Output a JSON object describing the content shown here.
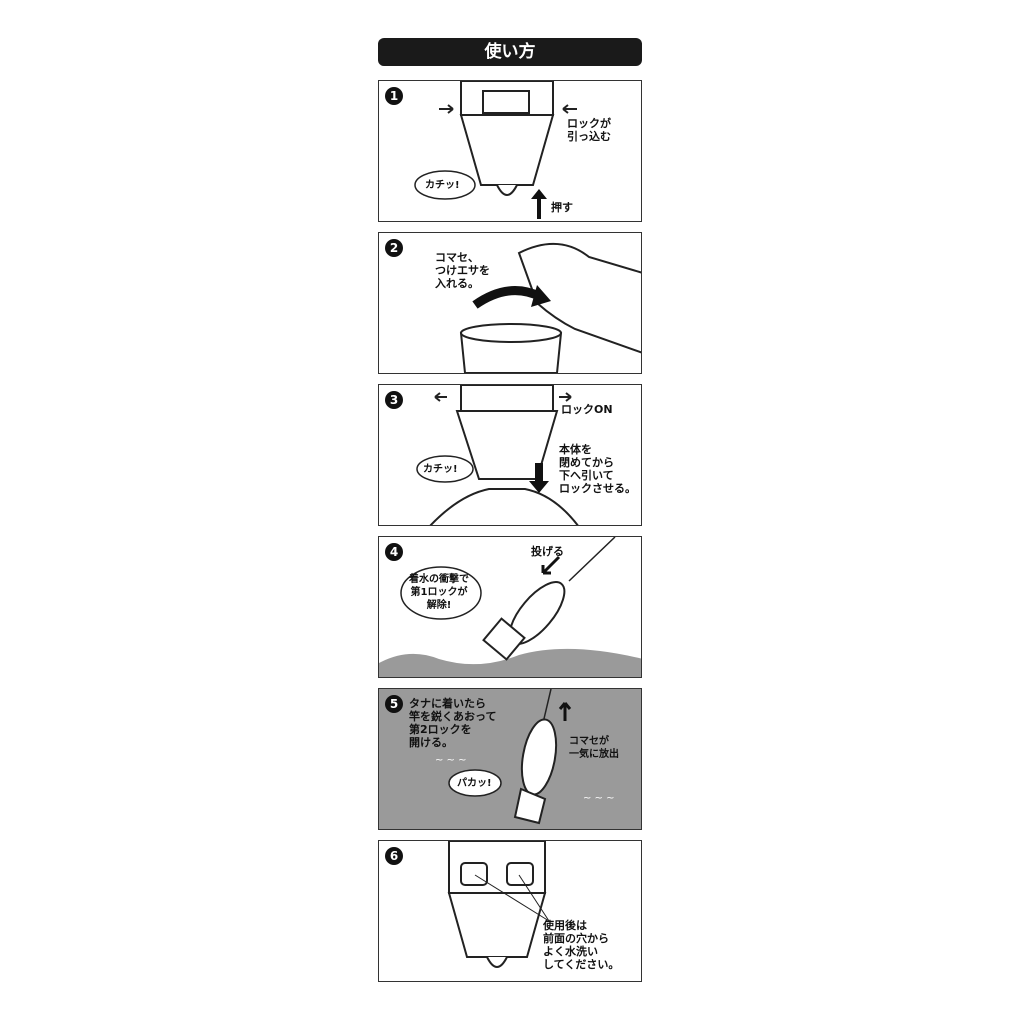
{
  "title": "使い方",
  "steps": [
    {
      "number": "1",
      "lock_text": "ロックが\n引っ込む",
      "sound": "カチッ!",
      "push_text": "押す"
    },
    {
      "number": "2",
      "instruction": "コマセ、\nつけエサを\n入れる。"
    },
    {
      "number": "3",
      "lock_text": "ロックON",
      "sound": "カチッ!",
      "instruction": "本体を\n閉めてから\n下へ引いて\nロックさせる。"
    },
    {
      "number": "4",
      "throw_text": "投げる",
      "bubble": "着水の衝撃で\n第1ロックが\n解除!"
    },
    {
      "number": "5",
      "instruction": "タナに着いたら\n竿を鋭くあおって\n第2ロックを\n開ける。",
      "release_text": "コマセが\n一気に放出",
      "sound": "パカッ!"
    },
    {
      "number": "6",
      "instruction": "使用後は\n前面の穴から\nよく水洗い\nしてください。"
    }
  ],
  "colors": {
    "dark": "#1a1a1a",
    "water": "#9a9a9a",
    "panel_bg": "#ffffff"
  }
}
